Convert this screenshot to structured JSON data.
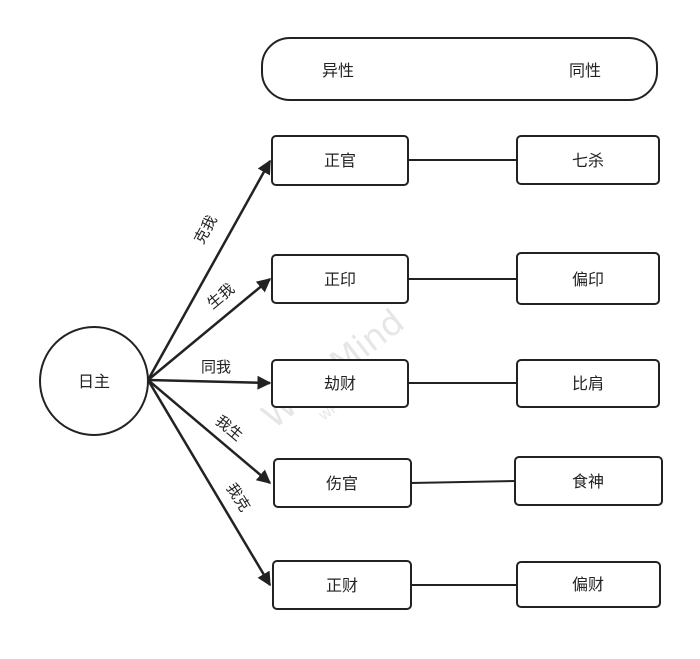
{
  "header": {
    "left_label": "异性",
    "right_label": "同性"
  },
  "center": {
    "label": "日主"
  },
  "relations": [
    {
      "edge_label": "克我",
      "yixing": "正官",
      "tongxing": "七杀"
    },
    {
      "edge_label": "生我",
      "yixing": "正印",
      "tongxing": "偏印"
    },
    {
      "edge_label": "同我",
      "yixing": "劫财",
      "tongxing": "比肩"
    },
    {
      "edge_label": "我生",
      "yixing": "伤官",
      "tongxing": "食神"
    },
    {
      "edge_label": "我克",
      "yixing": "正财",
      "tongxing": "偏财"
    }
  ],
  "watermark": {
    "brand": "WPS Mind",
    "sub": "WPS.COM"
  }
}
